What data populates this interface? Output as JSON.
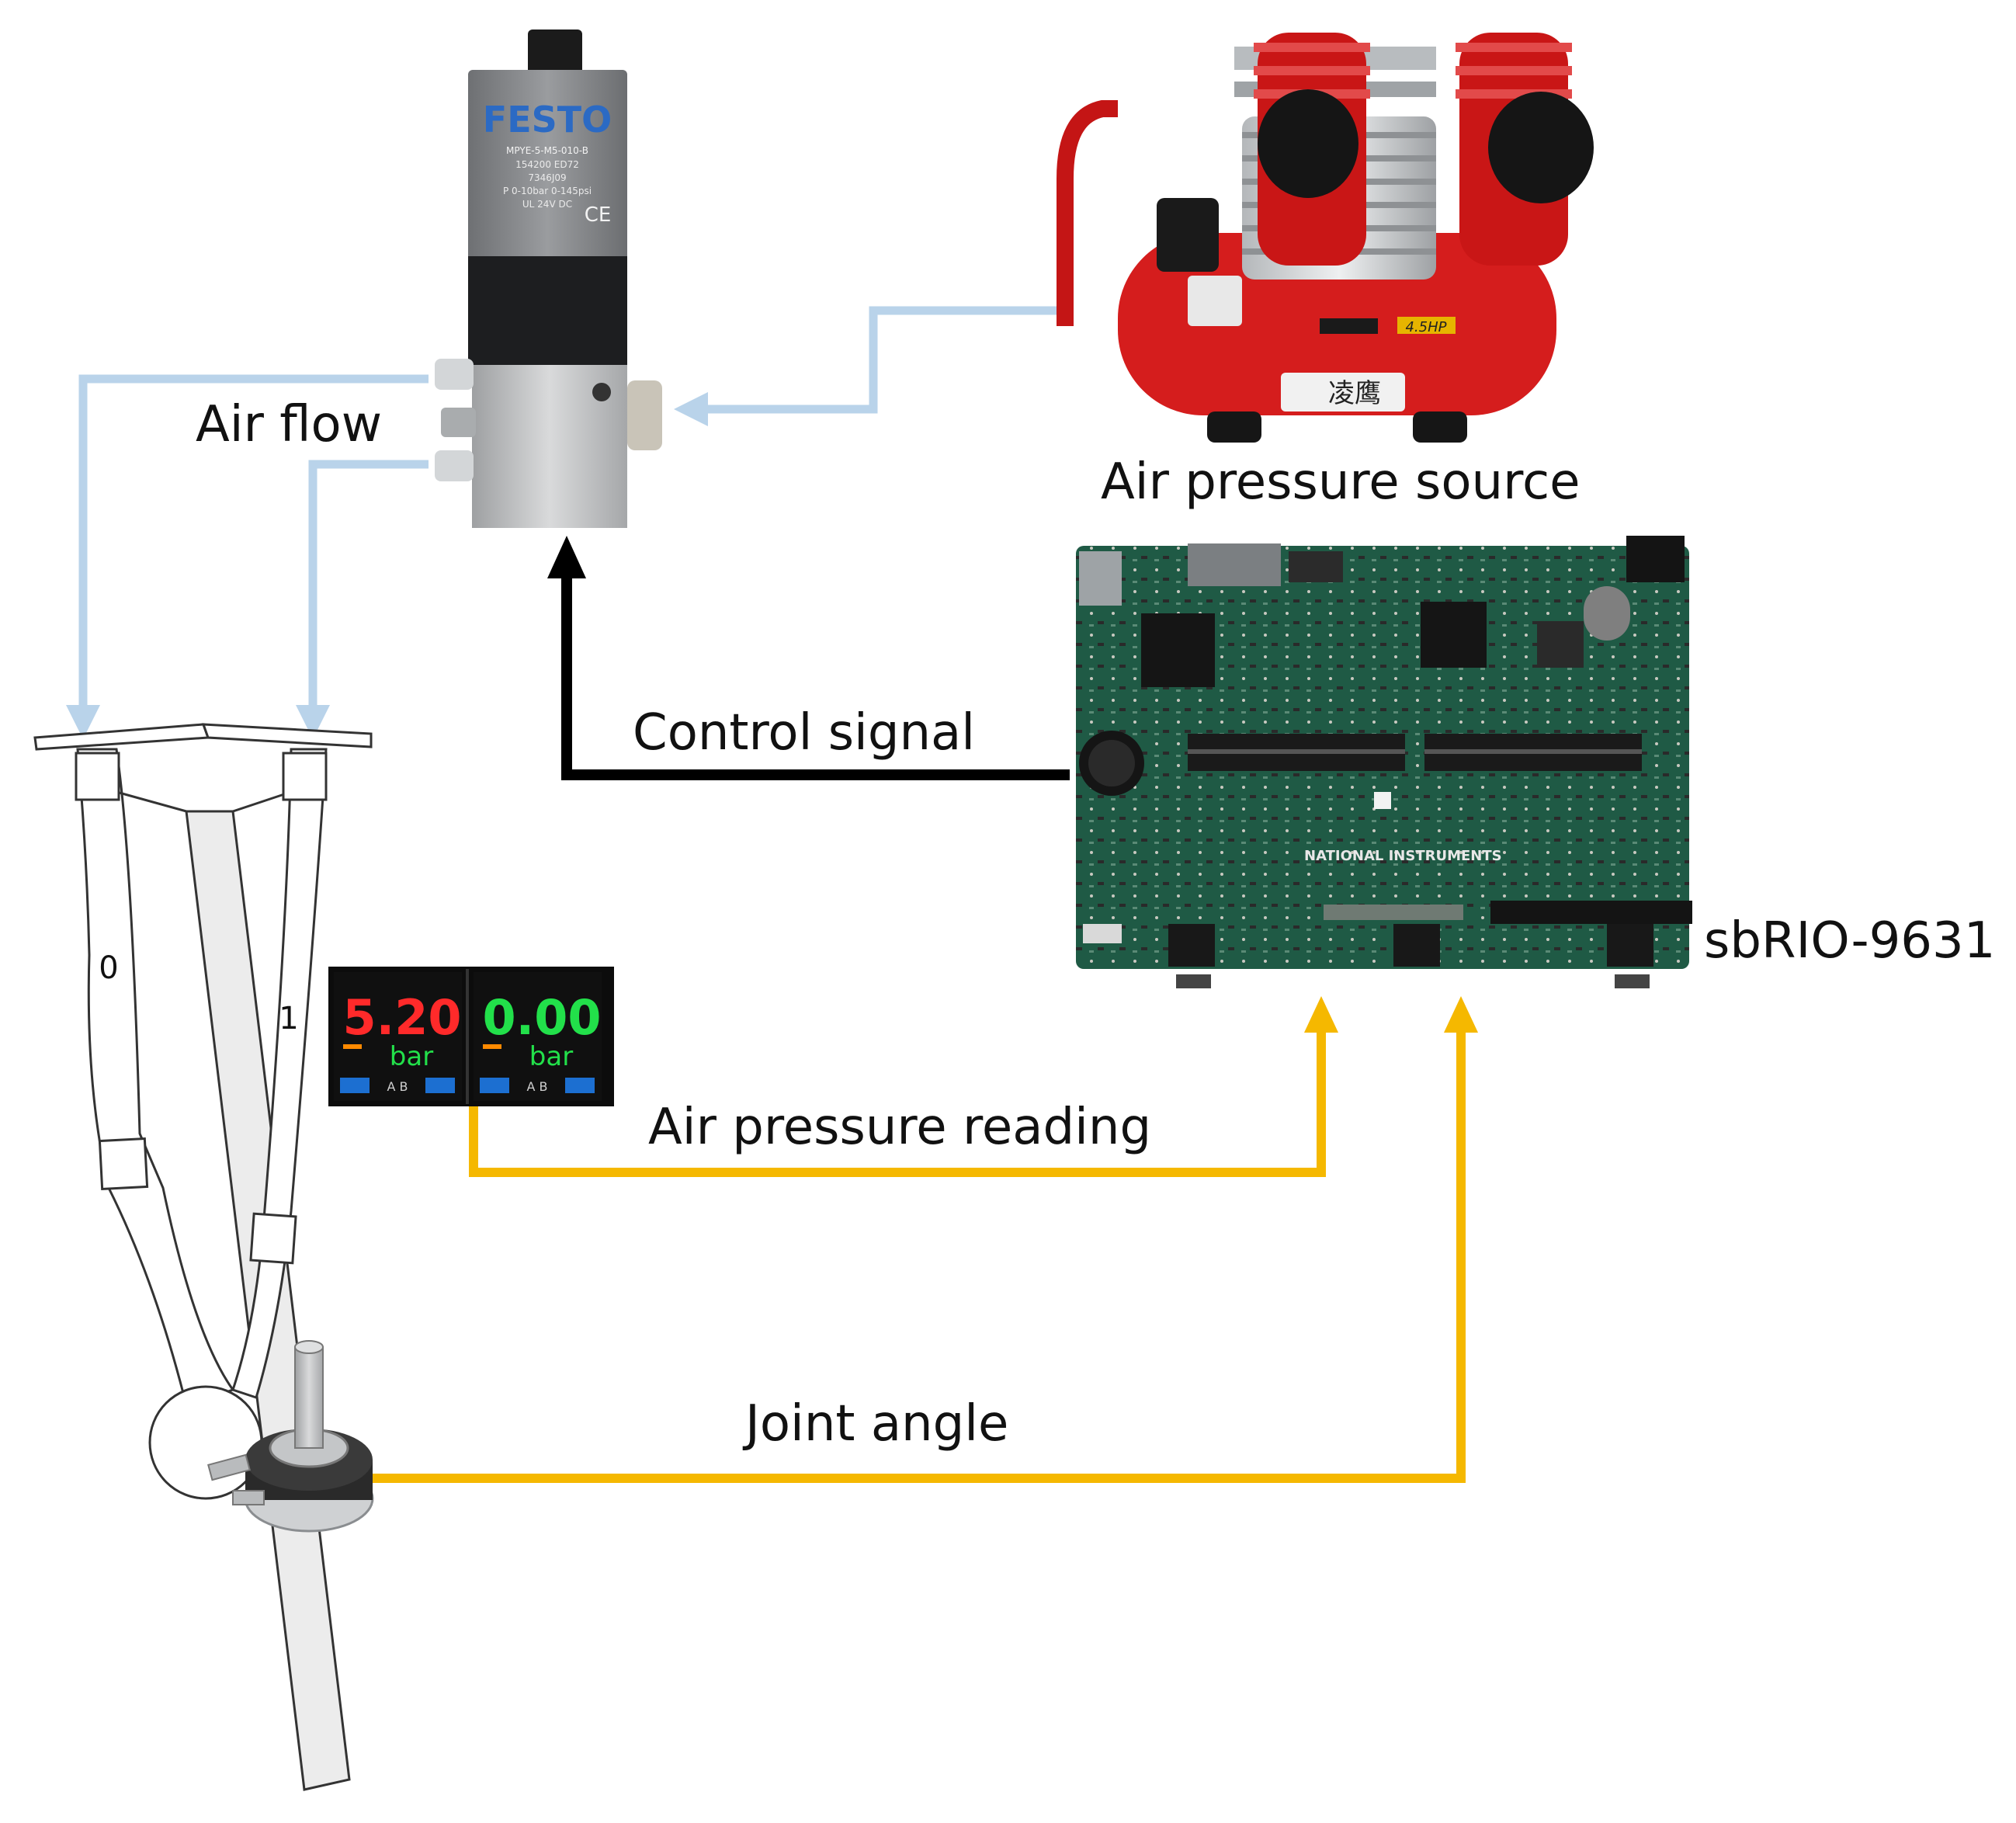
{
  "labels": {
    "air_flow": "Air flow",
    "air_pressure_source": "Air pressure source",
    "control_signal": "Control signal",
    "controller": "sbRIO-9631",
    "air_pressure_reading": "Air pressure reading",
    "joint_angle": "Joint angle",
    "chamber_0": "0",
    "chamber_1": "1"
  },
  "valve": {
    "brand": "FESTO",
    "model": "MPYE-5-M5-010-B",
    "spec_lines": [
      "154200  ED72",
      "7346J09",
      "P  0-10bar  0-145psi",
      "UL 24V DC"
    ],
    "mark": "CE"
  },
  "compressor": {
    "rating": "4.5HP",
    "brand_text": "凌鹰"
  },
  "board": {
    "maker": "NATIONAL INSTRUMENTS"
  },
  "gauges": [
    {
      "reading": "5.20",
      "unit": "bar",
      "footer": "A  B",
      "color": "#ff2a2a"
    },
    {
      "reading": "0.00",
      "unit": "bar",
      "footer": "A  B",
      "color": "#22e04a"
    }
  ],
  "colors": {
    "air_line": "#b9d3ea",
    "signal_line": "#000000",
    "sensor_line": "#f5b800",
    "compressor_red": "#d51d1d",
    "board_green": "#1f5a45"
  }
}
